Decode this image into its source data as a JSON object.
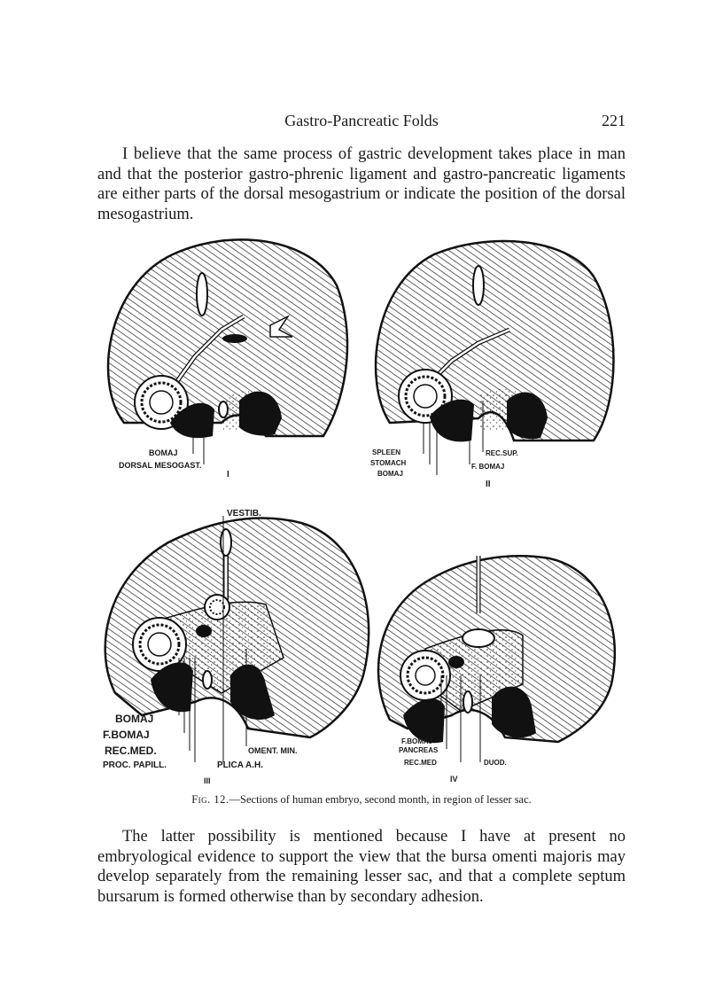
{
  "header": {
    "running_title": "Gastro-Pancreatic Folds",
    "page_number": "221"
  },
  "paragraphs": [
    "I believe that the same process of gastric development takes place in man and that the posterior gastro-phrenic ligament and gastro-pancreatic ligaments are either parts of the dorsal mesogastrium or indicate the position of the dorsal mesogastrium.",
    "The latter possibility is mentioned because I have at present no embryological evidence to support the view that the bursa omenti majoris may develop separately from the remaining lesser sac, and that a complete septum bursarum is formed otherwise than by secondary adhesion."
  ],
  "figure": {
    "caption_number": "Fig. 12.",
    "caption_text": "—Sections of human embryo, second month, in region of lesser sac.",
    "panels": [
      {
        "numeral": "I",
        "labels": [
          "BOMAJ",
          "DORSAL MESOGAST."
        ]
      },
      {
        "numeral": "II",
        "labels": [
          "SPLEEN",
          "STOMACH",
          "BOMAJ",
          "REC.SUP.",
          "F. BOMAJ"
        ]
      },
      {
        "numeral": "III",
        "labels": [
          "VESTIB.",
          "BOMAJ",
          "F.BOMAJ",
          "REC.MED.",
          "PROC. PAPILL.",
          "PLICA A.H.",
          "OMENT. MIN."
        ]
      },
      {
        "numeral": "IV",
        "labels": [
          "F.BOMAJ",
          "PANCREAS",
          "REC.MED",
          "DUOD."
        ]
      }
    ]
  }
}
